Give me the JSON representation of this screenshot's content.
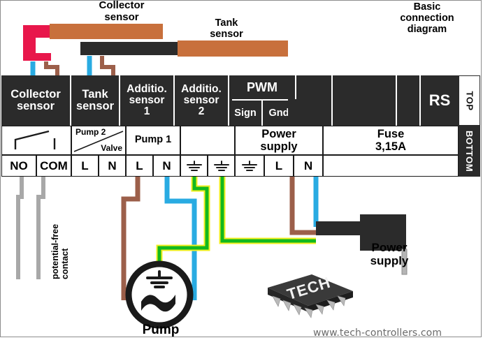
{
  "title": "Basic connection diagram",
  "website": "www.tech-controllers.com",
  "brand_logo_text": "TECH",
  "sensors": [
    {
      "name": "collector-sensor",
      "label": "Collector\nsensor",
      "label_line1": "Collector",
      "label_line2": "sensor",
      "body_color": "#c8703c",
      "head_color": "#e8174b"
    },
    {
      "name": "tank-sensor",
      "label_line1": "Tank",
      "label_line2": "sensor",
      "body_color": "#c8703c",
      "cable_color": "#2b2b2b"
    }
  ],
  "terminal_block": {
    "header_cells": [
      {
        "id": "collector-sensor",
        "line1": "Collector",
        "line2": "sensor"
      },
      {
        "id": "tank-sensor",
        "line1": "Tank",
        "line2": "sensor"
      },
      {
        "id": "additional-sensor-1",
        "line1": "Additio.",
        "line2": "sensor",
        "line3": "1"
      },
      {
        "id": "additional-sensor-2",
        "line1": "Additio.",
        "line2": "sensor",
        "line3": "2"
      },
      {
        "id": "pwm",
        "line1": "PWM",
        "sub": [
          {
            "id": "pwm-sign",
            "label": "Sign"
          },
          {
            "id": "pwm-gnd",
            "label": "Gnd"
          }
        ]
      },
      {
        "id": "blank-1",
        "line1": ""
      },
      {
        "id": "blank-2",
        "line1": ""
      },
      {
        "id": "blank-3",
        "line1": ""
      },
      {
        "id": "rs",
        "line1": "RS"
      }
    ],
    "second_row": [
      {
        "id": "relay-contact",
        "label": ""
      },
      {
        "id": "pump2-valve",
        "label_top": "Pump 2",
        "label_bottom": "Valve"
      },
      {
        "id": "pump1",
        "label": "Pump 1"
      },
      {
        "id": "ground-pair",
        "label": ""
      },
      {
        "id": "power-supply",
        "line1": "Power",
        "line2": "supply"
      },
      {
        "id": "fuse",
        "line1": "Fuse",
        "line2": "3,15A"
      }
    ],
    "terminals": [
      {
        "id": "no",
        "label": "NO"
      },
      {
        "id": "com",
        "label": "COM"
      },
      {
        "id": "pump2-l",
        "label": "L"
      },
      {
        "id": "pump2-n",
        "label": "N"
      },
      {
        "id": "pump1-l",
        "label": "L"
      },
      {
        "id": "pump1-n",
        "label": "N"
      },
      {
        "id": "earth-1",
        "label": "⏚"
      },
      {
        "id": "earth-2",
        "label": "⏚"
      },
      {
        "id": "psu-earth",
        "label": "⏚"
      },
      {
        "id": "psu-l",
        "label": "L"
      },
      {
        "id": "psu-n",
        "label": "N"
      }
    ],
    "side_flags": [
      {
        "id": "top",
        "label": "TOP"
      },
      {
        "id": "bottom",
        "label": "BOTTOM"
      }
    ]
  },
  "annotations": {
    "potential_free_contact": "potential-free\ncontact",
    "potential_free_line1": "potential-free",
    "potential_free_line2": "contact",
    "pump_label": "Pump",
    "power_supply_label_line1": "Power",
    "power_supply_label_line2": "supply"
  },
  "colors": {
    "wire_brown": "#9c5f4a",
    "wire_blue": "#29abe2",
    "wire_green": "#12b81e",
    "wire_yellow": "#f2ef20",
    "wire_gray": "#a8a8a8",
    "sensor_orange": "#c8703c",
    "sensor_red": "#e8174b",
    "dark": "#2b2b2b"
  }
}
